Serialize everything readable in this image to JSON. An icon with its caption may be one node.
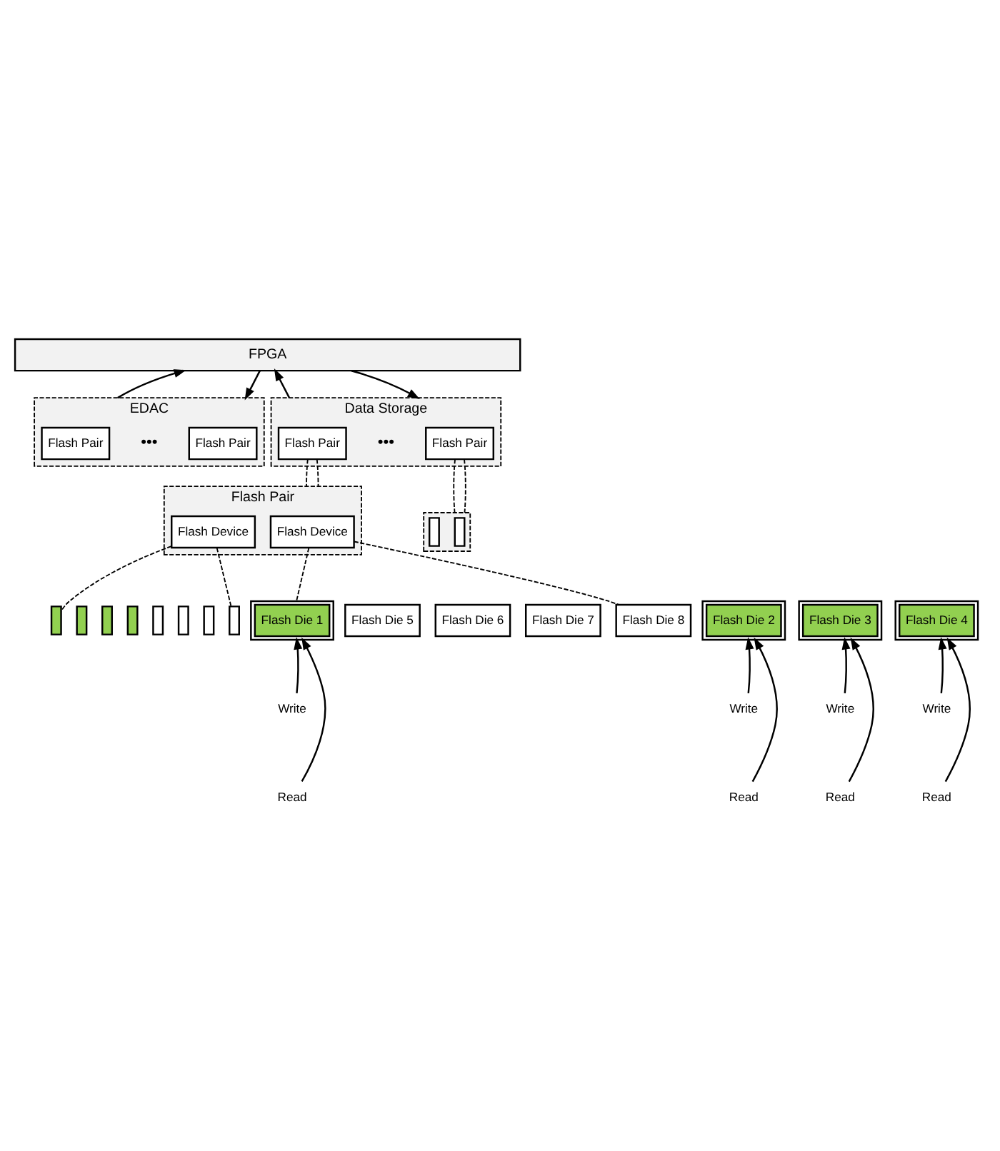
{
  "diagram": {
    "nodes": [
      {
        "text": [
          "FPGA"
        ]
      },
      {
        "text": [
          "EDAC"
        ]
      },
      {
        "text": [
          "Flash Pair"
        ],
        "in": 1
      },
      {
        "text": [
          "Flash Pair"
        ],
        "in": 1
      },
      {
        "text": [
          "Data Storage"
        ]
      },
      {
        "text": [
          "Flash Pair"
        ],
        "in": 4
      },
      {
        "text": [
          "Flash Pair"
        ],
        "in": 4
      },
      {
        "text": [
          "Flash Pair"
        ]
      },
      {
        "text": [
          "Flash Device"
        ],
        "in": 7
      },
      {
        "text": [
          "Flash Device"
        ],
        "in": 7
      },
      {
        "text": [],
        "shape": "box"
      },
      {
        "text": [],
        "shape": "box",
        "in": 10
      },
      {
        "text": [],
        "shape": "box",
        "in": 10
      },
      {
        "text": [],
        "shape": "box"
      },
      {
        "text": [],
        "shape": "box"
      },
      {
        "text": [],
        "shape": "box"
      },
      {
        "text": [],
        "shape": "box"
      },
      {
        "text": [],
        "shape": "box"
      },
      {
        "text": [],
        "shape": "box"
      },
      {
        "text": [],
        "shape": "box"
      },
      {
        "text": [],
        "shape": "box"
      },
      {
        "text": [],
        "shape": "box"
      },
      {
        "text": [
          "Flash Die 1"
        ],
        "in": 21
      },
      {
        "text": [],
        "shape": "box"
      },
      {
        "text": [
          "Flash Die 2"
        ],
        "in": 23
      },
      {
        "text": [],
        "shape": "box"
      },
      {
        "text": [
          "Flash Die 3"
        ],
        "in": 25
      },
      {
        "text": [],
        "shape": "box"
      },
      {
        "text": [
          "Flash Die 4"
        ],
        "in": 27
      },
      {
        "text": [
          "Flash Die 5"
        ]
      },
      {
        "text": [
          "Flash Die 6"
        ]
      },
      {
        "text": [
          "Flash Die 7"
        ]
      },
      {
        "text": [
          "Flash Die 8"
        ]
      },
      {
        "text": [
          "Write"
        ]
      },
      {
        "text": [
          "Read"
        ]
      },
      {
        "text": [
          "Write"
        ]
      },
      {
        "text": [
          "Read"
        ]
      },
      {
        "text": [
          "Write"
        ]
      },
      {
        "text": [
          "Read"
        ]
      },
      {
        "text": [
          "Write"
        ]
      },
      {
        "text": [
          "Read"
        ]
      }
    ],
    "edges": [
      {
        "from": 0,
        "to": 1,
        "arrow": "to"
      },
      {
        "from": 1,
        "to": 0,
        "arrow": "to"
      },
      {
        "from": 0,
        "to": 4,
        "arrow": "to"
      },
      {
        "from": 4,
        "to": 0,
        "arrow": "to"
      },
      {
        "from": 5,
        "to": 7,
        "arrow": "none",
        "style": "dashed"
      },
      {
        "from": 5,
        "to": 7,
        "arrow": "none",
        "style": "dashed"
      },
      {
        "from": 6,
        "to": 10,
        "arrow": "none",
        "style": "dashed"
      },
      {
        "from": 6,
        "to": 10,
        "arrow": "none",
        "style": "dashed"
      },
      {
        "from": 8,
        "to": 13,
        "arrow": "none",
        "style": "dashed"
      },
      {
        "from": 8,
        "to": 20,
        "arrow": "none",
        "style": "dashed"
      },
      {
        "from": 9,
        "to": 21,
        "arrow": "none",
        "style": "dashed"
      },
      {
        "from": 9,
        "to": 32,
        "arrow": "none",
        "style": "dashed"
      },
      {
        "from": 33,
        "to": 21,
        "arrow": "to"
      },
      {
        "from": 34,
        "to": 21,
        "arrow": "to"
      },
      {
        "from": 35,
        "to": 23,
        "arrow": "to"
      },
      {
        "from": 36,
        "to": 23,
        "arrow": "to"
      },
      {
        "from": 37,
        "to": 25,
        "arrow": "to"
      },
      {
        "from": 38,
        "to": 25,
        "arrow": "to"
      },
      {
        "from": 39,
        "to": 27,
        "arrow": "to"
      },
      {
        "from": 40,
        "to": 27,
        "arrow": "to"
      }
    ],
    "labels": [
      "•••",
      "•••"
    ]
  }
}
